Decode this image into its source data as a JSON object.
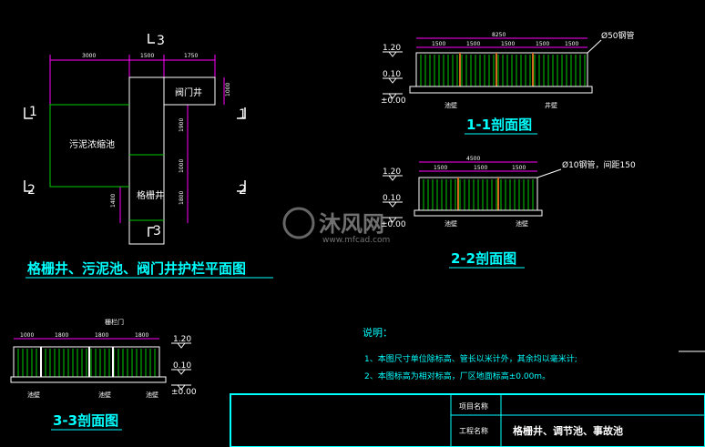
{
  "plan": {
    "section_marks": {
      "top": "3",
      "bottom": "3",
      "left1": "1",
      "right1": "1",
      "left2": "2",
      "right2": "2"
    },
    "dims": {
      "top_a": "3000",
      "top_b": "1500",
      "top_c": "1750",
      "right_a": "1000",
      "right_b": "1900",
      "right_c": "1000",
      "right_d": "1800",
      "left_a": "1400"
    },
    "rooms": {
      "valve": "阀门井",
      "sludge": "污泥浓缩池",
      "grille": "格栅井"
    },
    "title": "格栅井、污泥池、阀门井护栏平面图"
  },
  "section11": {
    "elev_top": "1.20",
    "elev_mid": "0.10",
    "elev_base": "±0.00",
    "dim_total": "8250",
    "dim_a": "1500",
    "dim_b": "1500",
    "dim_c": "1500",
    "dim_d": "1500",
    "dim_e": "1500",
    "note": "Ø50钢管",
    "label_left": "池壁",
    "label_right": "井壁",
    "title": "1-1剖面图"
  },
  "section22": {
    "elev_top": "1.20",
    "elev_mid": "0.10",
    "elev_base": "±0.00",
    "dim_total": "4500",
    "dim_a": "1500",
    "dim_b": "1500",
    "dim_c": "1500",
    "note": "Ø10钢管，间距150",
    "label_left": "池壁",
    "label_right": "池壁",
    "title": "2-2剖面图"
  },
  "section33": {
    "dim_a": "1000",
    "dim_b": "1800",
    "dim_c": "1800",
    "dim_d": "1800",
    "gate": "栅栏门",
    "elev_top": "1.20",
    "elev_mid": "0.10",
    "elev_base": "±0.00",
    "label_a": "池壁",
    "label_b": "池壁",
    "label_c": "池壁",
    "title": "3-3剖面图"
  },
  "notes": {
    "heading": "说明：",
    "line1": "1、本图尺寸单位除标高、管长以米计外，其余均以毫米计;",
    "line2": "2、本图标高为相对标高，厂区地面标高±0.00m。"
  },
  "title_block": {
    "project_label": "项目名称",
    "project_value": "",
    "drawing_label": "工程名称",
    "drawing_value": "格栅井、调节池、事故池"
  },
  "watermark": {
    "brand": "沐风网",
    "url": "www.mfcad.com"
  },
  "colors": {
    "background": "#000000",
    "magenta": "#ff00ff",
    "cyan": "#00ffff",
    "white": "#ffffff",
    "green": "#00cc00",
    "yellow": "#ffff00",
    "orange": "#d2691e"
  }
}
